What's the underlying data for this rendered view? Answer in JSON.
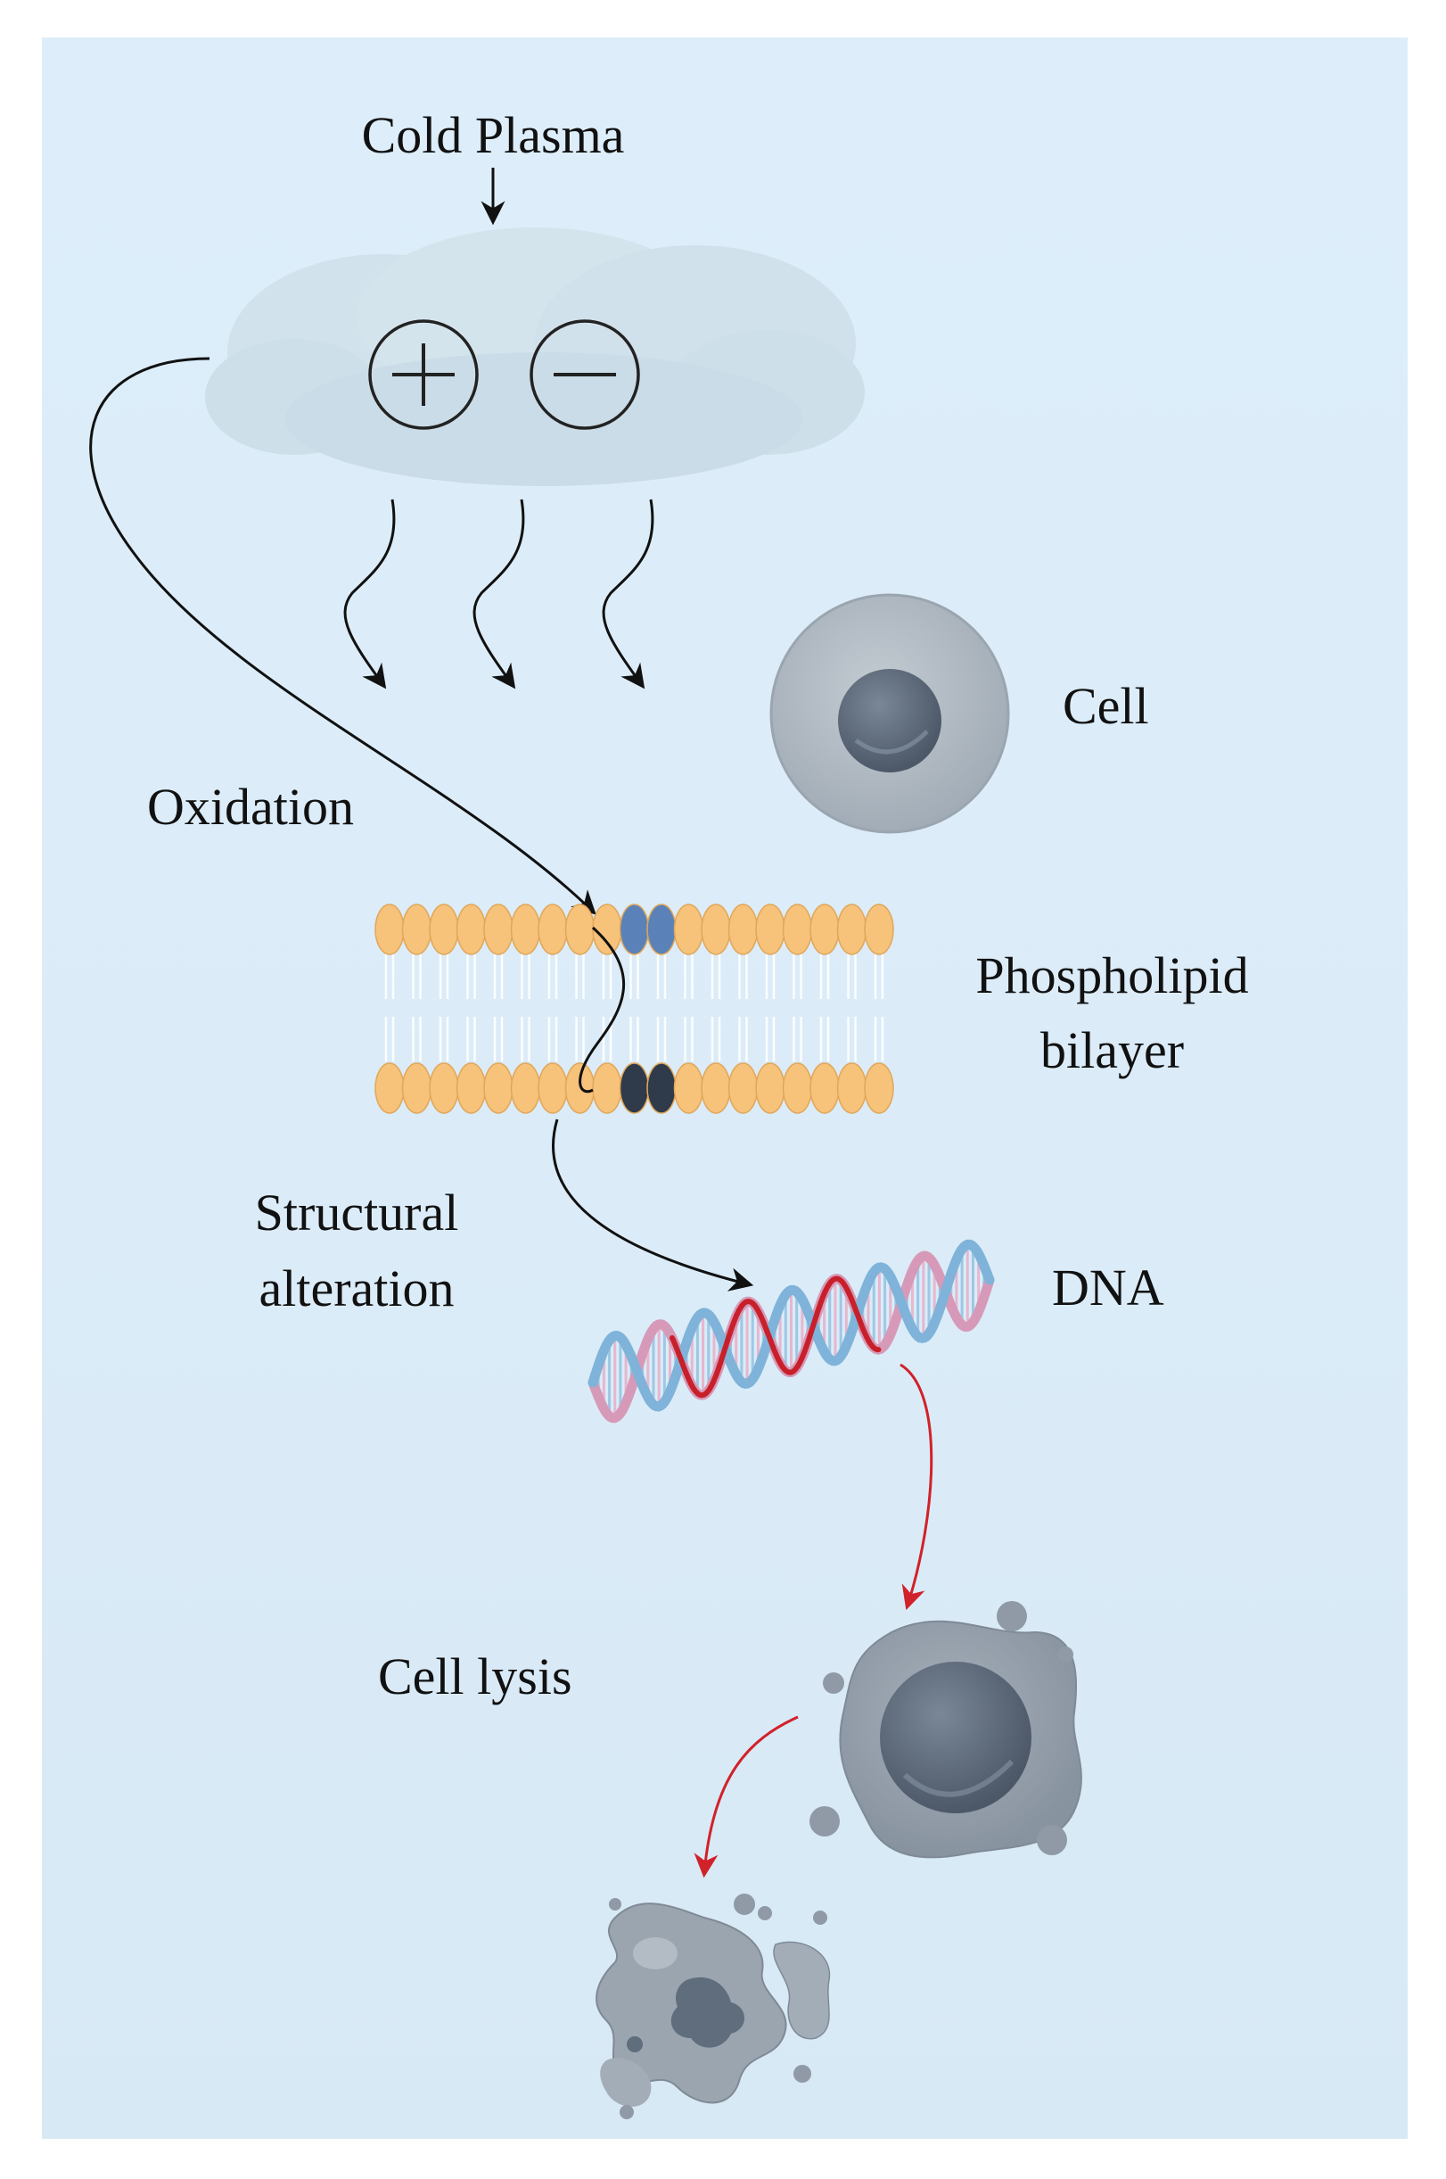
{
  "labels": {
    "cold_plasma": "Cold Plasma",
    "cell": "Cell",
    "oxidation": "Oxidation",
    "phospholipid_line1": "Phospholipid",
    "phospholipid_line2": "bilayer",
    "structural_line1": "Structural",
    "structural_line2": "alteration",
    "dna": "DNA",
    "cell_lysis": "Cell lysis"
  },
  "icons": {
    "positive_charge": "plus-circle-icon",
    "negative_charge": "minus-circle-icon"
  },
  "colors": {
    "background": "#dcedf9",
    "cloud": "#cfe0ea",
    "lipid_head": "#f7c27a",
    "oxidized_lipid": "#5b82b8",
    "damaged_lipid": "#2f3a4a",
    "cell_membrane": "#a9b3bd",
    "nucleus": "#5d6b7a",
    "dna_red": "#c8202a",
    "arrow_red": "#d1212a"
  }
}
